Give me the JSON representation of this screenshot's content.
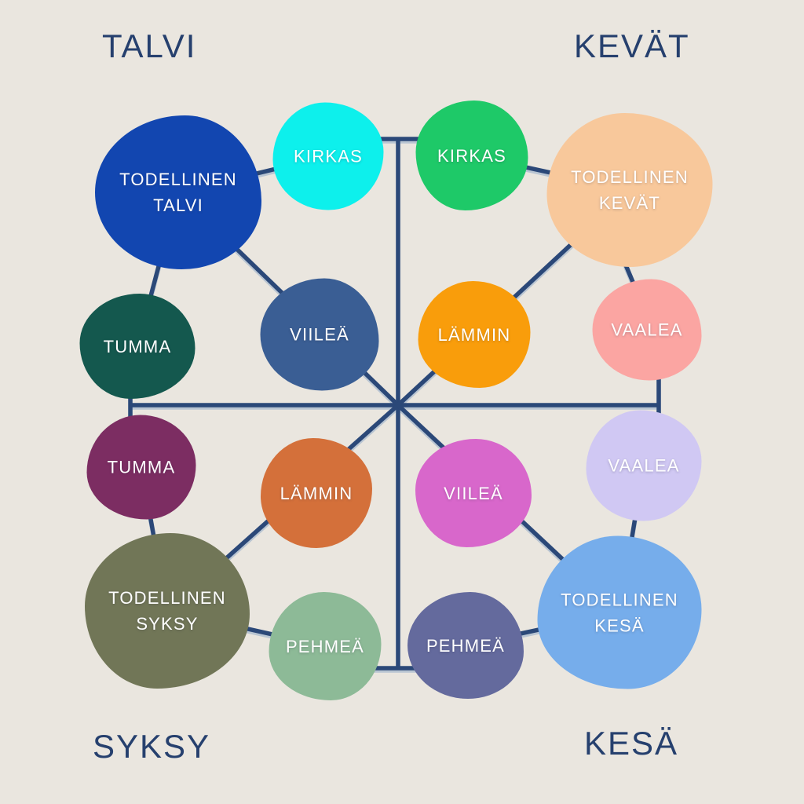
{
  "colors": {
    "background": "#EAE6DF",
    "line": "#2B4878",
    "quadrant_label": "#26406E",
    "blob_text": "#FFFFFF"
  },
  "quadrants": {
    "top_left": {
      "label": "TALVI"
    },
    "top_right": {
      "label": "KEVÄT"
    },
    "bottom_left": {
      "label": "SYKSY"
    },
    "bottom_right": {
      "label": "KESÄ"
    }
  },
  "blobs": {
    "todellinen_talvi": {
      "line1": "TODELLINEN",
      "line2": "TALVI",
      "color": "#1246B0"
    },
    "kirkas_talvi": {
      "line1": "KIRKAS",
      "line2": "",
      "color": "#0DF0EC"
    },
    "kirkas_kevat": {
      "line1": "KIRKAS",
      "line2": "",
      "color": "#1EC968"
    },
    "todellinen_kevat": {
      "line1": "TODELLINEN",
      "line2": "KEVÄT",
      "color": "#F8C89B"
    },
    "tumma_talvi": {
      "line1": "TUMMA",
      "line2": "",
      "color": "#14584E"
    },
    "viilea_talvi": {
      "line1": "VIILEÄ",
      "line2": "",
      "color": "#3A5E94"
    },
    "lammin_kevat": {
      "line1": "LÄMMIN",
      "line2": "",
      "color": "#F99D0B"
    },
    "vaalea_kevat": {
      "line1": "VAALEA",
      "line2": "",
      "color": "#FBA5A2"
    },
    "tumma_syksy": {
      "line1": "TUMMA",
      "line2": "",
      "color": "#7C2D62"
    },
    "lammin_syksy": {
      "line1": "LÄMMIN",
      "line2": "",
      "color": "#D4703A"
    },
    "viilea_kesa": {
      "line1": "VIILEÄ",
      "line2": "",
      "color": "#D867CB"
    },
    "vaalea_kesa": {
      "line1": "VAALEA",
      "line2": "",
      "color": "#D0C8F3"
    },
    "todellinen_syksy": {
      "line1": "TODELLINEN",
      "line2": "SYKSY",
      "color": "#717657"
    },
    "pehmea_syksy": {
      "line1": "PEHMEÄ",
      "line2": "",
      "color": "#8DBA97"
    },
    "pehmea_kesa": {
      "line1": "PEHMEÄ",
      "line2": "",
      "color": "#646A9D"
    },
    "todellinen_kesa": {
      "line1": "TODELLINEN",
      "line2": "KESÄ",
      "color": "#76ADEB"
    }
  }
}
